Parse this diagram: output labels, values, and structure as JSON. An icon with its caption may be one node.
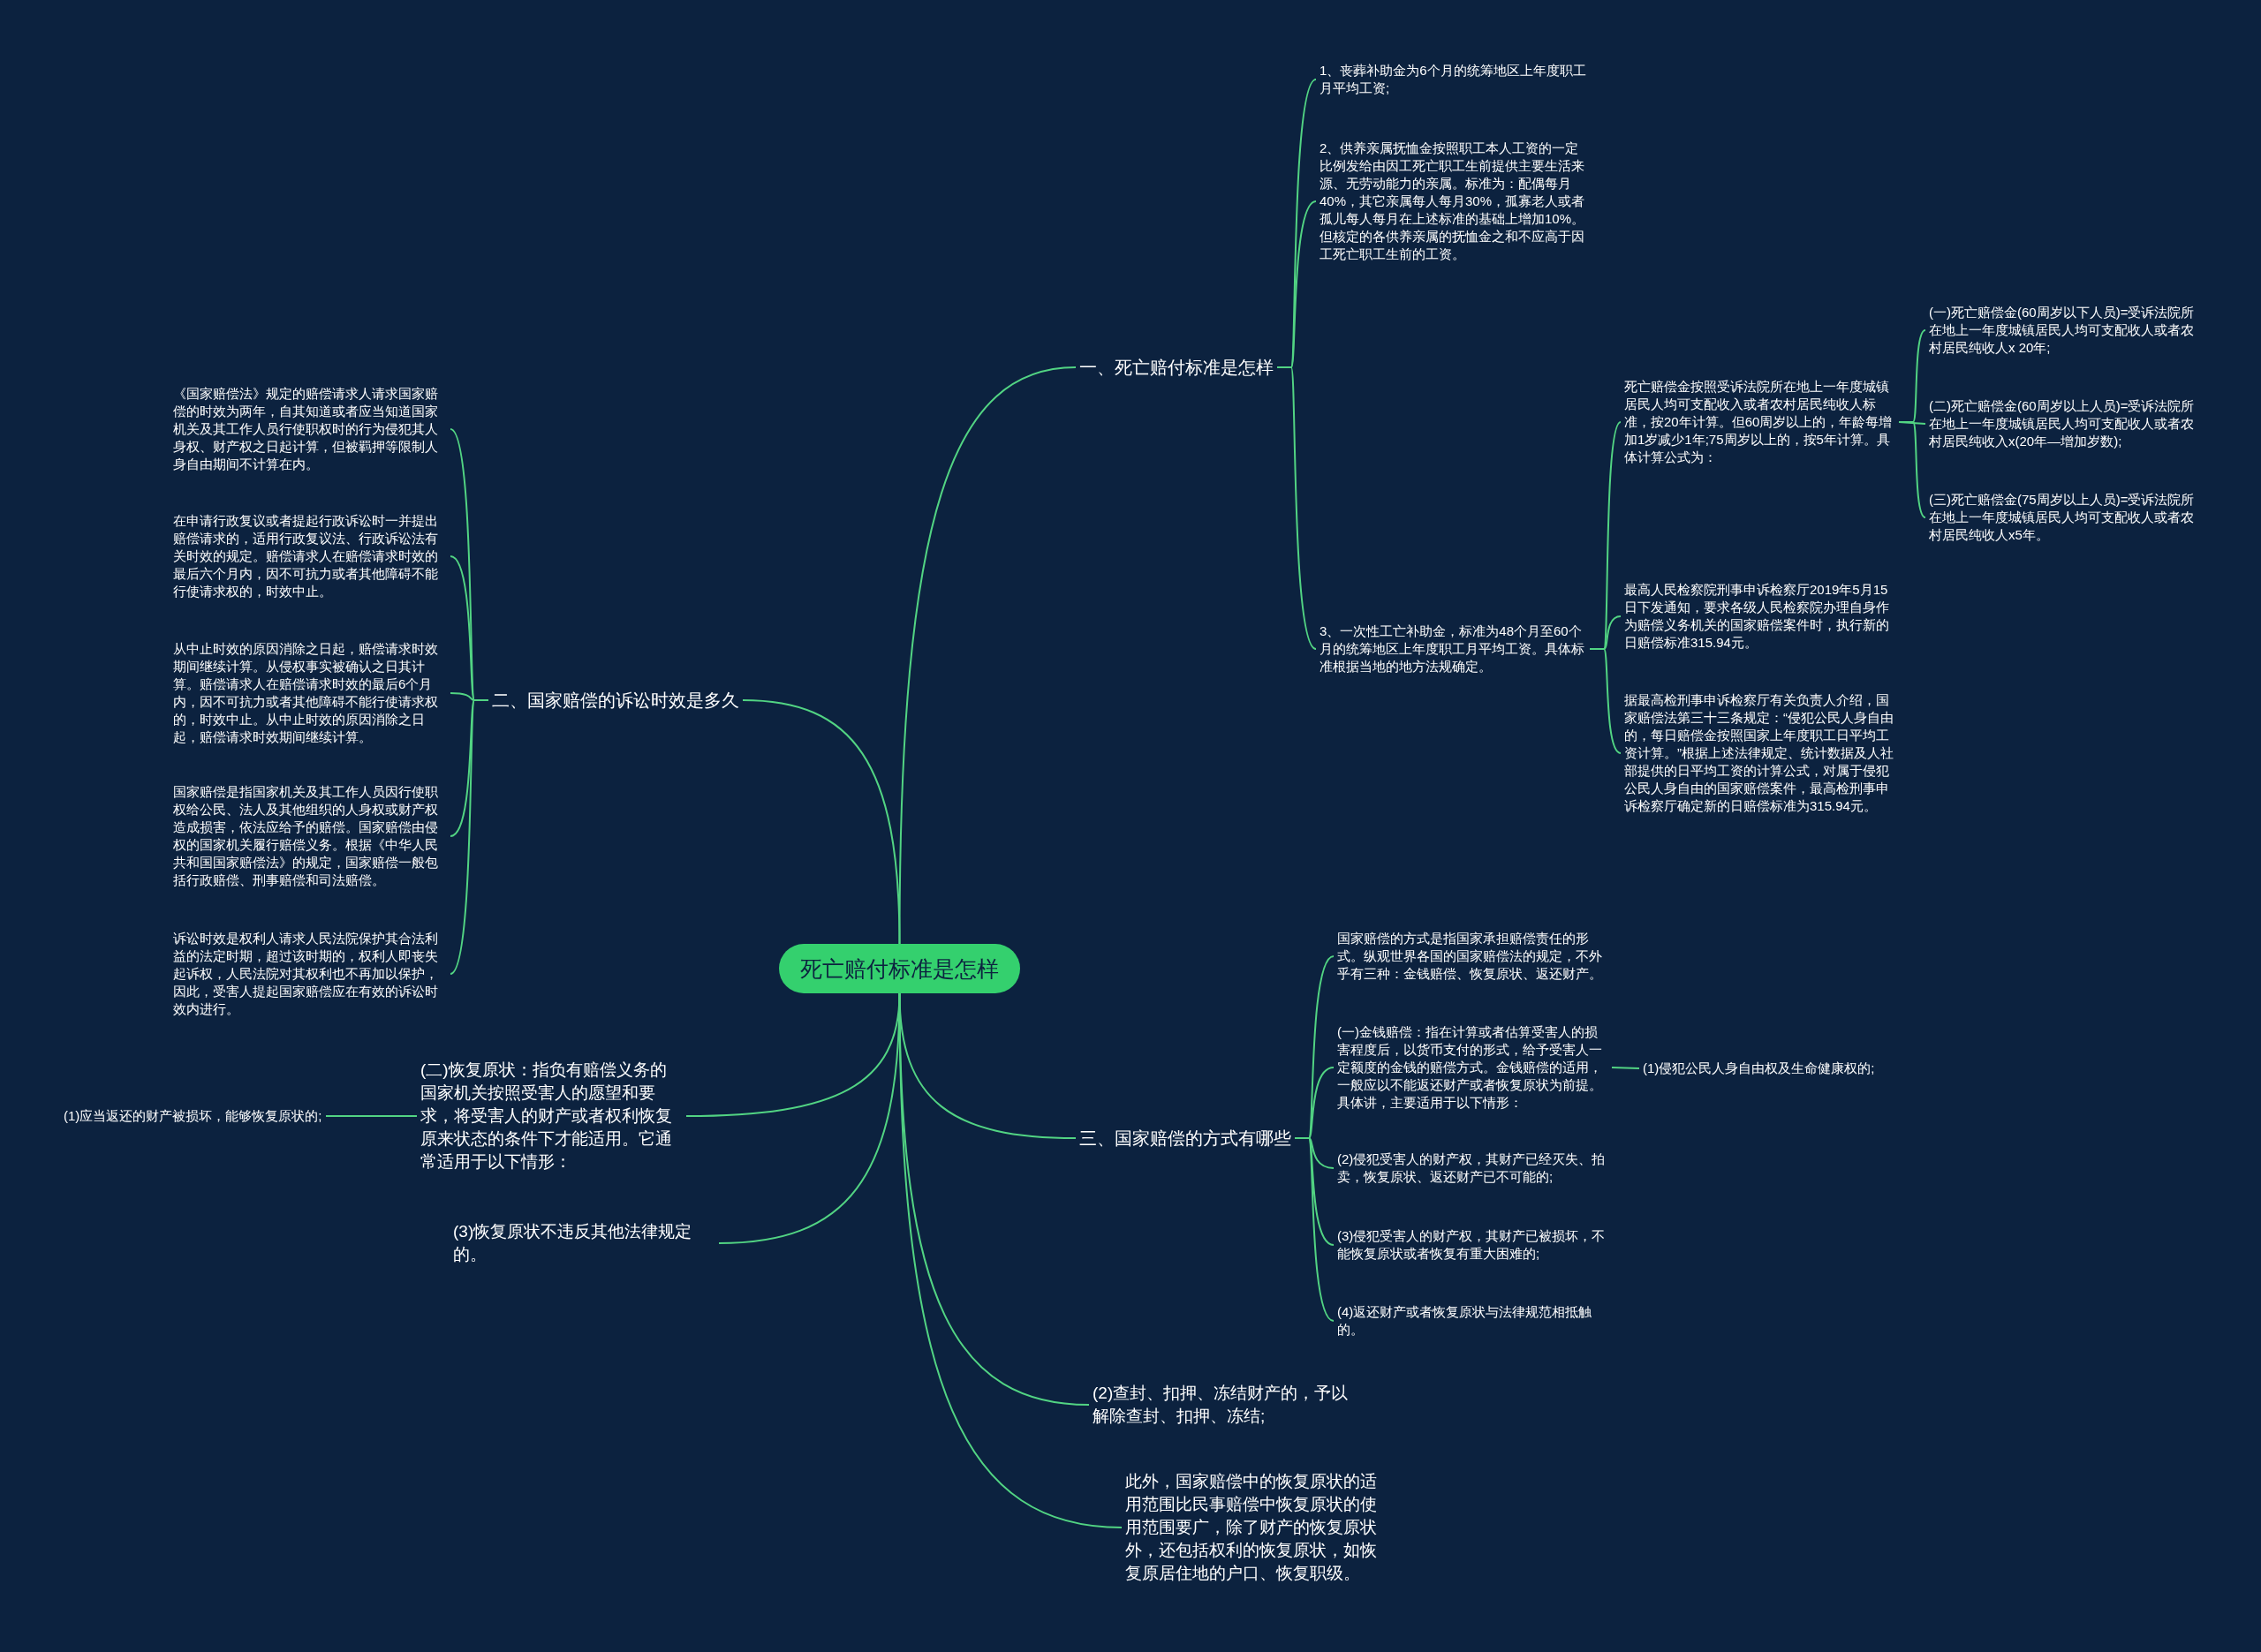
{
  "diagram": {
    "nodes": [
      {
        "text": [
          "死亡赔付标准是怎样"
        ]
      },
      {
        "text": [
          "一、死亡赔付标准是怎样"
        ]
      },
      {
        "text": [
          "1、丧葬补助金为6个月的统筹地区上年度职工月平均工资;"
        ]
      },
      {
        "text": [
          "2、供养亲属抚恤金按照职工本人工资的一定比例发给由因工死亡职工生前提供主要生活来源、无劳动能力的亲属。标准为：配偶每月40%，其它亲属每人每月30%，孤寡老人或者孤儿每人每月在上述标准的基础上增加10%。但核定的各供养亲属的抚恤金之和不应高于因工死亡职工生前的工资。"
        ]
      },
      {
        "text": [
          "3、一次性工亡补助金，标准为48个月至60个月的统筹地区上年度职工月平均工资。具体标准根据当地的地方法规确定。"
        ]
      },
      {
        "text": [
          "死亡赔偿金按照受诉法院所在地上一年度城镇居民人均可支配收入或者农村居民纯收人标准，按20年计算。但60周岁以上的，年龄每增加1岁减少1年;75周岁以上的，按5年计算。具体计算公式为："
        ]
      },
      {
        "text": [
          "(一)死亡赔偿金(60周岁以下人员)=受诉法院所在地上一年度城镇居民人均可支配收人或者农村居民纯收人x 20年;"
        ]
      },
      {
        "text": [
          "(二)死亡赔偿金(60周岁以上人员)=受诉法院所在地上一年度城镇居民人均可支配收人或者农村居民纯收入x(20年—增加岁数);"
        ]
      },
      {
        "text": [
          "(三)死亡赔偿金(75周岁以上人员)=受诉法院所在地上一年度城镇居民人均可支配收人或者农村居民纯收人x5年。"
        ]
      },
      {
        "text": [
          "最高人民检察院刑事申诉检察厅2019年5月15日下发通知，要求各级人民检察院办理自身作为赔偿义务机关的国家赔偿案件时，执行新的日赔偿标准315.94元。"
        ]
      },
      {
        "text": [
          "据最高检刑事申诉检察厅有关负责人介绍，国家赔偿法第三十三条规定：“侵犯公民人身自由的，每日赔偿金按照国家上年度职工日平均工资计算。”根据上述法律规定、统计数据及人社部提供的日平均工资的计算公式，对属于侵犯公民人身自由的国家赔偿案件，最高检刑事申诉检察厅确定新的日赔偿标准为315.94元。"
        ]
      },
      {
        "text": [
          "二、国家赔偿的诉讼时效是多久"
        ]
      },
      {
        "text": [
          "《国家赔偿法》规定的赔偿请求人请求国家赔偿的时效为两年，自其知道或者应当知道国家机关及其工作人员行使职权时的行为侵犯其人身权、财产权之日起计算，但被羁押等限制人身自由期间不计算在内。"
        ]
      },
      {
        "text": [
          "在申请行政复议或者提起行政诉讼时一并提出赔偿请求的，适用行政复议法、行政诉讼法有关时效的规定。赔偿请求人在赔偿请求时效的最后六个月内，因不可抗力或者其他障碍不能行使请求权的，时效中止。"
        ]
      },
      {
        "text": [
          "从中止时效的原因消除之日起，赔偿请求时效期间继续计算。从侵权事实被确认之日其计算。赔偿请求人在赔偿请求时效的最后6个月内，因不可抗力或者其他障碍不能行使请求权的，时效中止。从中止时效的原因消除之日起，赔偿请求时效期间继续计算。"
        ]
      },
      {
        "text": [
          "国家赔偿是指国家机关及其工作人员因行使职权给公民、法人及其他组织的人身权或财产权造成损害，依法应给予的赔偿。国家赔偿由侵权的国家机关履行赔偿义务。根据《中华人民共和国国家赔偿法》的规定，国家赔偿一般包括行政赔偿、刑事赔偿和司法赔偿。"
        ]
      },
      {
        "text": [
          "诉讼时效是权利人请求人民法院保护其合法利益的法定时期，超过该时期的，权利人即丧失起诉权，人民法院对其权利也不再加以保护，因此，受害人提起国家赔偿应在有效的诉讼时效内进行。"
        ]
      },
      {
        "text": [
          "三、国家赔偿的方式有哪些"
        ]
      },
      {
        "text": [
          "国家赔偿的方式是指国家承担赔偿责任的形式。纵观世界各国的国家赔偿法的规定，不外乎有三种：金钱赔偿、恢复原状、返还财产。"
        ]
      },
      {
        "text": [
          "(一)金钱赔偿：指在计算或者估算受害人的损害程度后，以货币支付的形式，给予受害人一定额度的金钱的赔偿方式。金钱赔偿的适用，一般应以不能返还财产或者恢复原状为前提。具体讲，主要适用于以下情形："
        ]
      },
      {
        "text": [
          "(1)侵犯公民人身自由权及生命健康权的;"
        ]
      },
      {
        "text": [
          "(2)侵犯受害人的财产权，其财产已经灭失、拍卖，恢复原状、返还财产已不可能的;"
        ]
      },
      {
        "text": [
          "(3)侵犯受害人的财产权，其财产已被损坏，不能恢复原状或者恢复有重大困难的;"
        ]
      },
      {
        "text": [
          "(4)返还财产或者恢复原状与法律规范相抵触的。"
        ]
      },
      {
        "text": [
          "(二)恢复原状：指负有赔偿义务的国家机关按照受害人的愿望和要求，将受害人的财产或者权利恢复原来状态的条件下才能适用。它通常适用于以下情形："
        ]
      },
      {
        "text": [
          "(1)应当返还的财产被损坏，能够恢复原状的;"
        ]
      },
      {
        "text": [
          "(3)恢复原状不违反其他法律规定的。"
        ]
      },
      {
        "text": [
          "(2)查封、扣押、冻结财产的，予以解除查封、扣押、冻结;"
        ]
      },
      {
        "text": [
          "此外，国家赔偿中的恢复原状的适用范围比民事赔偿中恢复原状的使用范围要广，除了财产的恢复原状外，还包括权利的恢复原状，如恢复原居住地的户口、恢复职级。"
        ]
      }
    ],
    "edges": [
      {
        "from": 0,
        "to": 1,
        "arrow": "none"
      },
      {
        "from": 1,
        "to": 2,
        "arrow": "none"
      },
      {
        "from": 1,
        "to": 3,
        "arrow": "none"
      },
      {
        "from": 1,
        "to": 4,
        "arrow": "none"
      },
      {
        "from": 4,
        "to": 5,
        "arrow": "none"
      },
      {
        "from": 5,
        "to": 6,
        "arrow": "none"
      },
      {
        "from": 5,
        "to": 7,
        "arrow": "none"
      },
      {
        "from": 5,
        "to": 8,
        "arrow": "none"
      },
      {
        "from": 4,
        "to": 9,
        "arrow": "none"
      },
      {
        "from": 4,
        "to": 10,
        "arrow": "none"
      },
      {
        "from": 0,
        "to": 11,
        "arrow": "none"
      },
      {
        "from": 11,
        "to": 12,
        "arrow": "none"
      },
      {
        "from": 11,
        "to": 13,
        "arrow": "none"
      },
      {
        "from": 11,
        "to": 14,
        "arrow": "none"
      },
      {
        "from": 11,
        "to": 15,
        "arrow": "none"
      },
      {
        "from": 11,
        "to": 16,
        "arrow": "none"
      },
      {
        "from": 0,
        "to": 17,
        "arrow": "none"
      },
      {
        "from": 17,
        "to": 18,
        "arrow": "none"
      },
      {
        "from": 17,
        "to": 19,
        "arrow": "none"
      },
      {
        "from": 19,
        "to": 20,
        "arrow": "none"
      },
      {
        "from": 17,
        "to": 21,
        "arrow": "none"
      },
      {
        "from": 17,
        "to": 22,
        "arrow": "none"
      },
      {
        "from": 17,
        "to": 23,
        "arrow": "none"
      },
      {
        "from": 0,
        "to": 24,
        "arrow": "none"
      },
      {
        "from": 24,
        "to": 25,
        "arrow": "none"
      },
      {
        "from": 0,
        "to": 26,
        "arrow": "none"
      },
      {
        "from": 0,
        "to": 27,
        "arrow": "none"
      },
      {
        "from": 0,
        "to": 28,
        "arrow": "none"
      }
    ]
  }
}
